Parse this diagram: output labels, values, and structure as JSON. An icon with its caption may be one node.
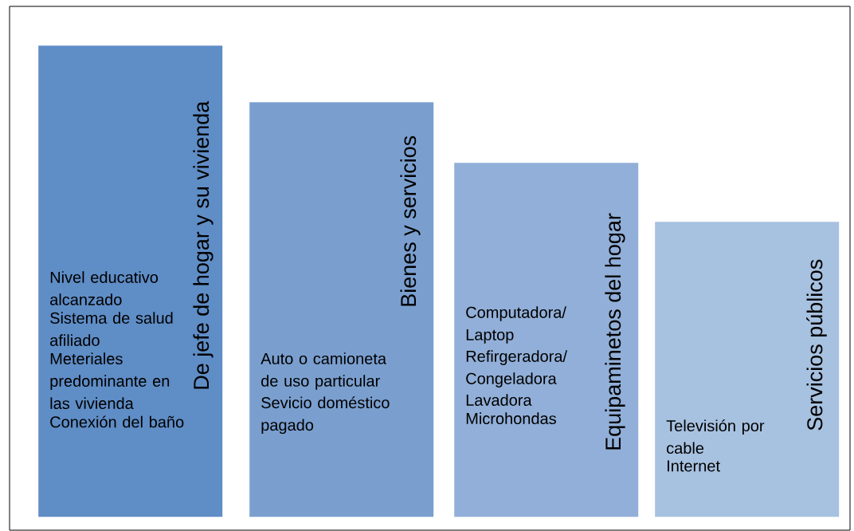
{
  "diagram": {
    "nodes": [
      {
        "text": [
          "De jefe de hogar y su vivienda",
          "Nivel educativo alcanzado",
          "Sistema de salud afiliado",
          "Meteriales predominante en las vivienda",
          "Conexión del baño"
        ]
      },
      {
        "text": [
          "Bienes y servicios",
          "Auto o camioneta de uso particular",
          "Sevicio doméstico pagado"
        ]
      },
      {
        "text": [
          "Equipaminetos del hogar",
          "Computadora/ Laptop",
          "Refirgeradora/ Congeladora",
          "Lavadora",
          "Microhondas"
        ]
      },
      {
        "text": [
          "Servicios públicos",
          "Televisión por cable",
          "Internet"
        ]
      }
    ]
  }
}
